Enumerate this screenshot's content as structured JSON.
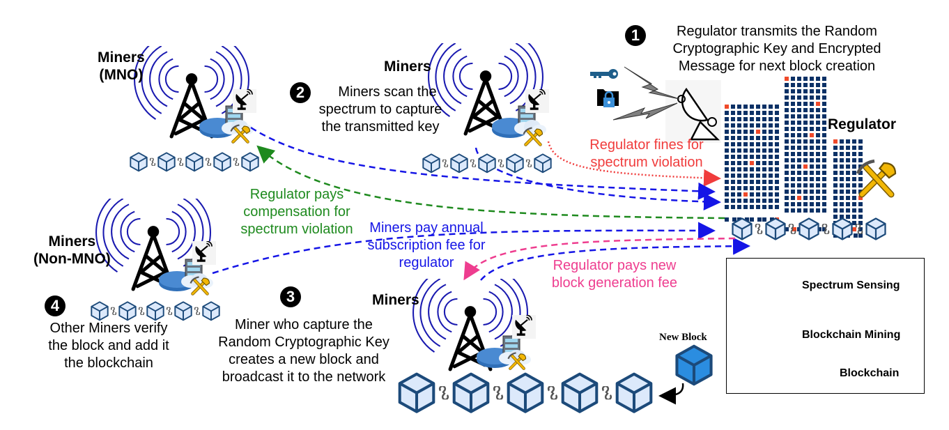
{
  "figure": {
    "nodes": {
      "miners_mno": {
        "label_line1": "Miners",
        "label_line2": "(MNO)"
      },
      "miners_top": {
        "label": "Miners"
      },
      "miners_non_mno": {
        "label_line1": "Miners",
        "label_line2": "(Non-MNO)"
      },
      "miners_bottom": {
        "label": "Miners"
      },
      "regulator": {
        "label": "Regulator"
      },
      "new_block": {
        "label": "New Block"
      }
    },
    "steps": [
      {
        "number": "1",
        "lines": [
          "Regulator transmits the Random",
          "Cryptographic Key and Encrypted",
          "Message for next block creation"
        ]
      },
      {
        "number": "2",
        "lines": [
          "Miners scan the",
          "spectrum to capture",
          "the transmitted key"
        ]
      },
      {
        "number": "3",
        "lines": [
          "Miner who capture the",
          "Random Cryptographic Key",
          "creates a new block and",
          "broadcast it to the network"
        ]
      },
      {
        "number": "4",
        "lines": [
          "Other Miners verify",
          "the block and add it",
          "the blockchain"
        ]
      }
    ],
    "flows": [
      {
        "id": "fines",
        "lines": [
          "Regulator fines for",
          "spectrum violation"
        ],
        "color": "#f03c3c",
        "style": "dotted"
      },
      {
        "id": "compensation",
        "lines": [
          "Regulator pays",
          "compensation for",
          "spectrum violation"
        ],
        "color": "#1e8a1e",
        "style": "dashed"
      },
      {
        "id": "subscription",
        "lines": [
          "Miners pay annual",
          "subscription fee for",
          "regulator"
        ],
        "color": "#1515e6",
        "style": "dashed"
      },
      {
        "id": "block_fee",
        "lines": [
          "Regulator pays new",
          "block generation fee"
        ],
        "color": "#ee3d8f",
        "style": "dashed"
      }
    ],
    "legend": {
      "items": [
        {
          "icon": "satellite-dish-icon",
          "label": "Spectrum Sensing"
        },
        {
          "icon": "pickaxe-shovel-icon",
          "label": "Blockchain Mining"
        },
        {
          "icon": "blockchain-icon",
          "label": "Blockchain"
        }
      ]
    },
    "colors": {
      "tower": "#000000",
      "waves": "#1a1ab0",
      "cube_fill": "#dce9fb",
      "cube_stroke": "#1c4a7a",
      "new_block_fill": "#2b8de0",
      "building": "#0c3166",
      "mining_tool": "#f2b705"
    }
  }
}
